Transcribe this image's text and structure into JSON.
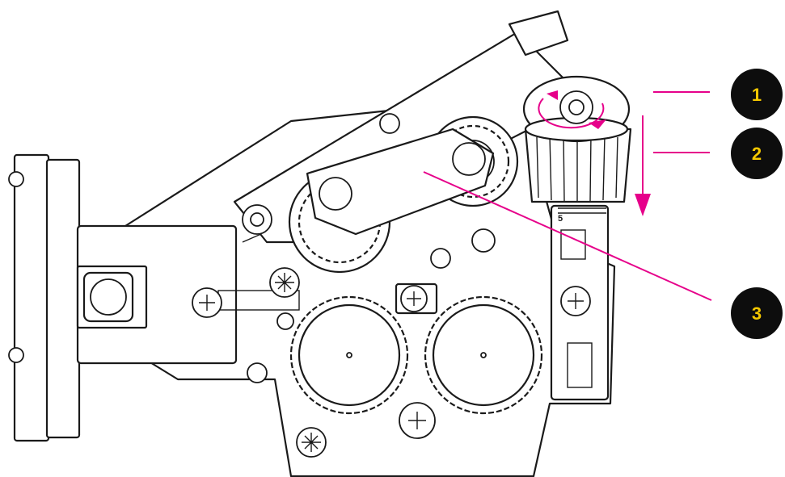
{
  "callouts": [
    {
      "number": "1"
    },
    {
      "number": "2"
    },
    {
      "number": "3"
    }
  ],
  "knob_scale_label": "5",
  "colors": {
    "accent": "#e6008a",
    "badge_fill": "#0d0d0d",
    "badge_text": "#f5c800",
    "line": "#1a1a1a"
  }
}
